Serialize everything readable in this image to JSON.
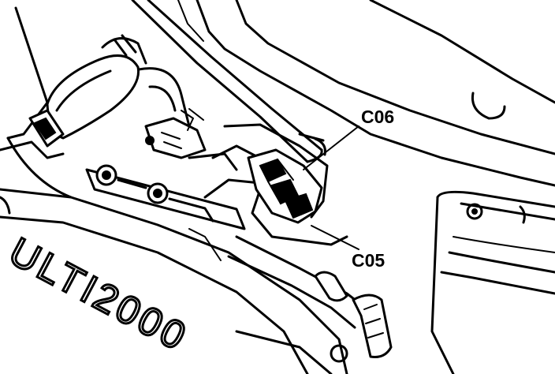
{
  "callouts": {
    "c06": {
      "label": "C06"
    },
    "c05": {
      "label": "C05"
    }
  },
  "intake_plenum": {
    "lettering": "ULTI2000"
  },
  "colors": {
    "ink": "#000000",
    "paper": "#ffffff"
  }
}
